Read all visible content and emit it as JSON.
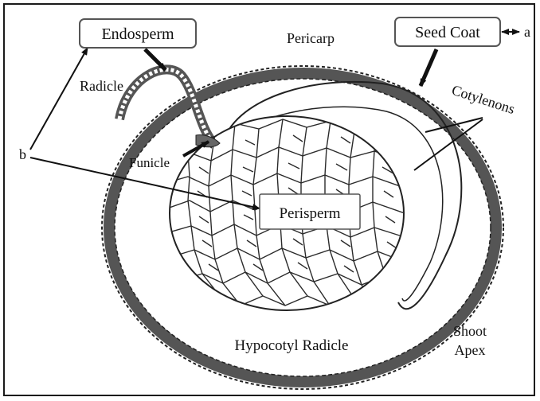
{
  "colors": {
    "ink": "#1a1a1a",
    "coat_fill": "#7a7a7a",
    "cell_line": "#2b2b2b",
    "box_border": "#555555",
    "background": "#ffffff"
  },
  "labels": {
    "endosperm": "Endosperm",
    "pericarp": "Pericarp",
    "seed_coat": "Seed Coat",
    "a_marker": "a",
    "radicle": "Radicle",
    "cotylenons": "Cotylenons",
    "b_marker": "b",
    "funicle": "Funicle",
    "perisperm": "Perisperm",
    "hypocotyl_radicle": "Hypocotyl Radicle",
    "shoot": "Shoot",
    "apex": "Apex"
  }
}
